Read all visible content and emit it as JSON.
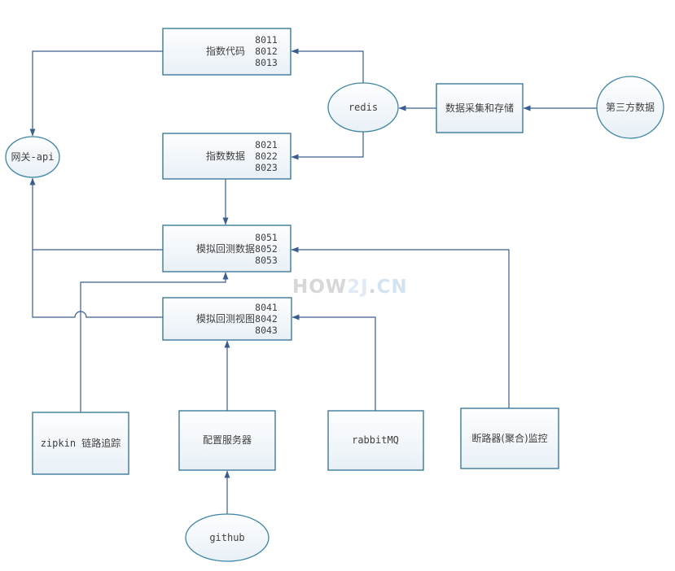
{
  "watermark": {
    "parts": [
      {
        "text": "HOW",
        "color": "#d7d7d7"
      },
      {
        "text": "2J",
        "color": "#dfeaf4"
      },
      {
        "text": ".",
        "color": "#ccd6de"
      },
      {
        "text": "CN",
        "color": "#d3e3ef"
      }
    ]
  },
  "nodes": {
    "index_code": {
      "label": "指数代码",
      "ports": [
        "8011",
        "8012",
        "8013"
      ]
    },
    "index_data": {
      "label": "指数数据",
      "ports": [
        "8021",
        "8022",
        "8023"
      ]
    },
    "backtest_data": {
      "label": "模拟回测数据",
      "ports": [
        "8051",
        "8052",
        "8053"
      ]
    },
    "backtest_view": {
      "label": "模拟回测视图",
      "ports": [
        "8041",
        "8042",
        "8043"
      ]
    },
    "gateway_api": {
      "label": "网关-api"
    },
    "redis": {
      "label": "redis"
    },
    "data_collect": {
      "label": "数据采集和存储"
    },
    "third_party": {
      "label": "第三方数据"
    },
    "zipkin": {
      "label": "zipkin 链路追踪"
    },
    "config_server": {
      "label": "配置服务器"
    },
    "rabbitmq": {
      "label": "rabbitMQ"
    },
    "circuit_breaker": {
      "label": "断路器(聚合)监控"
    },
    "github": {
      "label": "github"
    }
  },
  "edges": [
    {
      "from": "指数代码",
      "to": "网关-api"
    },
    {
      "from": "redis",
      "to": "指数代码"
    },
    {
      "from": "redis",
      "to": "指数数据"
    },
    {
      "from": "数据采集和存储",
      "to": "redis"
    },
    {
      "from": "第三方数据",
      "to": "数据采集和存储"
    },
    {
      "from": "指数数据",
      "to": "模拟回测数据"
    },
    {
      "from": "模拟回测数据",
      "to": "网关-api"
    },
    {
      "from": "模拟回测视图",
      "to": "网关-api"
    },
    {
      "from": "zipkin 链路追踪",
      "to": "模拟回测数据"
    },
    {
      "from": "配置服务器",
      "to": "模拟回测视图"
    },
    {
      "from": "rabbitMQ",
      "to": "模拟回测视图"
    },
    {
      "from": "断路器(聚合)监控",
      "to": "模拟回测数据"
    },
    {
      "from": "github",
      "to": "配置服务器"
    }
  ],
  "colors": {
    "node_border": "#2e7093",
    "ellipse_border": "#3e85a3",
    "edge_line": "#3a5e8e",
    "node_fill_top": "#fdfeff",
    "node_fill_bottom": "#e8f0f6",
    "text": "#3f3f3f"
  }
}
